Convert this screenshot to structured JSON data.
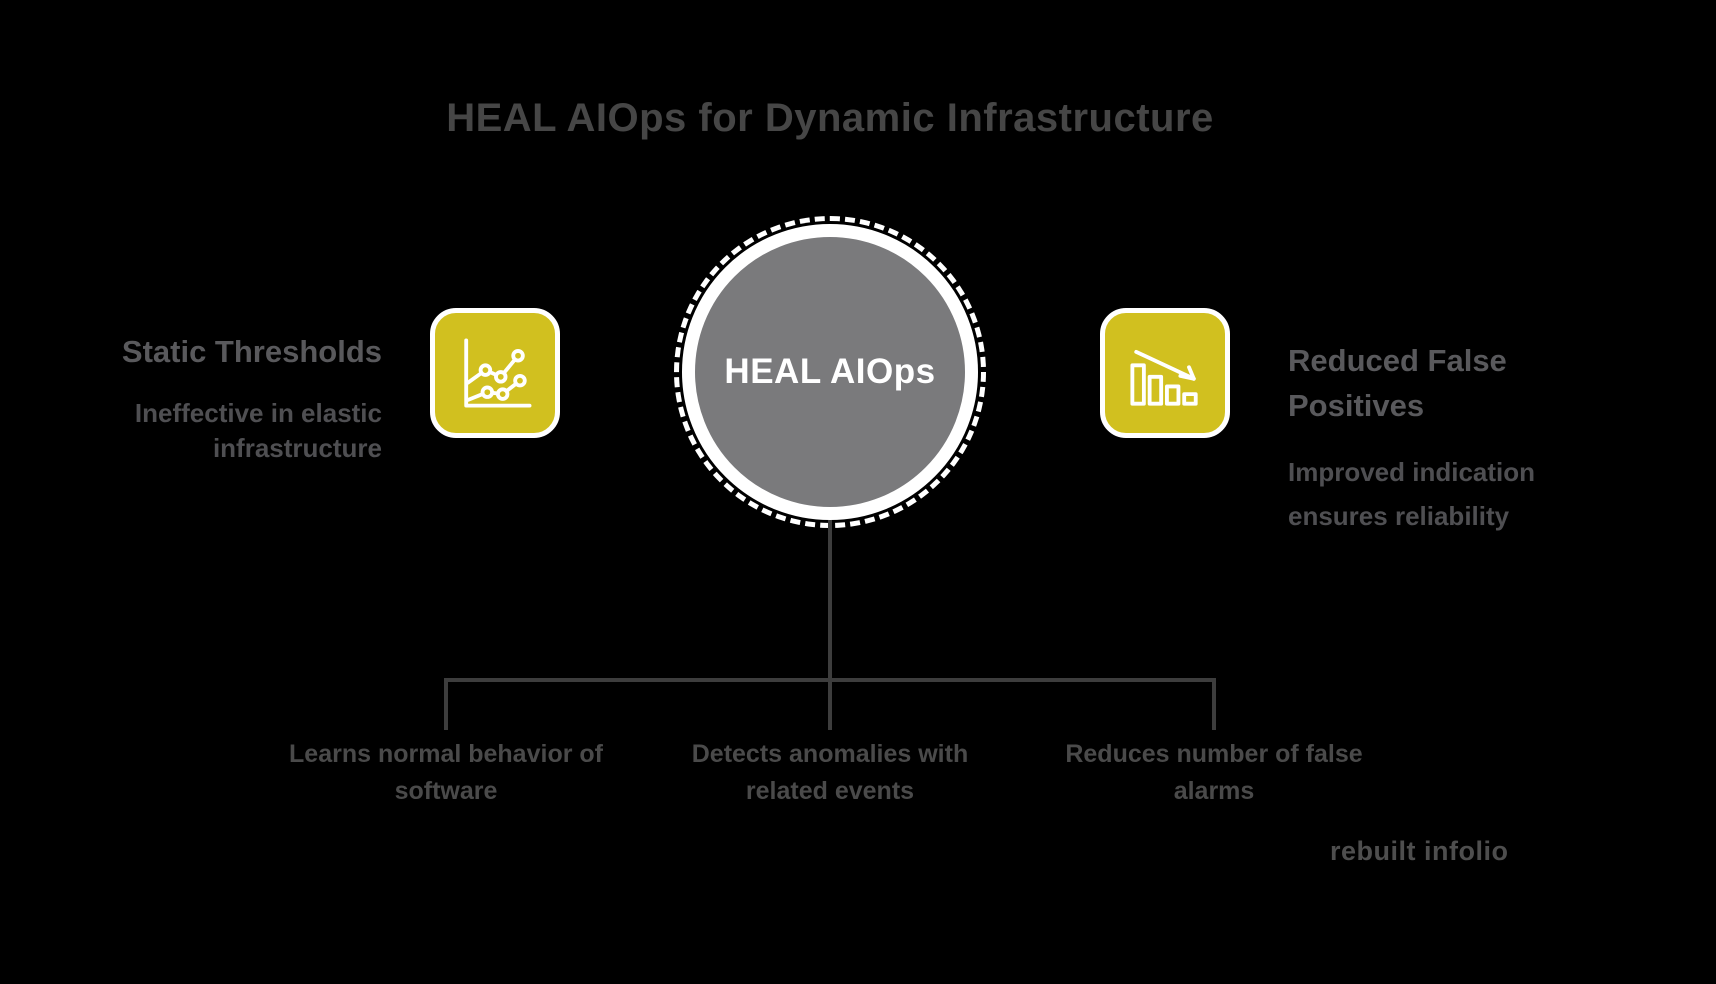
{
  "title": "HEAL AIOps for Dynamic Infrastructure",
  "center_node": {
    "label": "HEAL AIOps"
  },
  "left_panel": {
    "heading": "Static Thresholds",
    "sub_line1": "Ineffective in elastic",
    "sub_line2": "infrastructure",
    "icon": "trend-line-chart-icon"
  },
  "right_panel": {
    "heading_line1": "Reduced False",
    "heading_line2": "Positives",
    "sub_line1": "Improved indication",
    "sub_line2": "ensures reliability",
    "icon": "declining-bar-chart-icon"
  },
  "branches": [
    {
      "line1": "Learns normal behavior of",
      "line2": "software"
    },
    {
      "line1": "Detects anomalies with",
      "line2": "related events"
    },
    {
      "line1": "Reduces number of false",
      "line2": "alarms"
    }
  ],
  "watermark": "rebuilt infolio",
  "colors": {
    "background": "#000000",
    "title_text": "#464646",
    "circle_fill": "#7a7a7c",
    "circle_ring": "#ffffff",
    "circle_text": "#ffffff",
    "icon_square_fill": "#d1c01f",
    "icon_square_border": "#ffffff",
    "icon_glyph": "#ffffff",
    "side_heading_text": "#59595c",
    "side_sub_text": "#4f4f52",
    "connector_line": "#3d3d3d",
    "branch_label_text": "#4a4a4a",
    "watermark_text": "#4e4e4e"
  }
}
